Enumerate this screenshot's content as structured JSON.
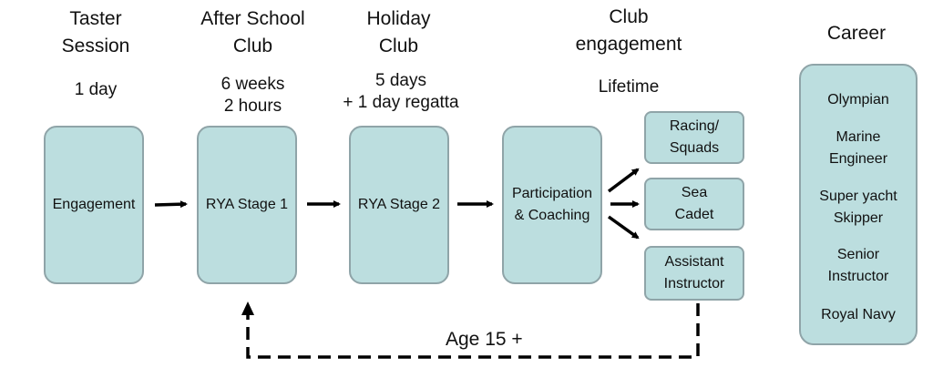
{
  "headers": {
    "taster": "Taster\nSession",
    "after_school": "After School\nClub",
    "holiday": "Holiday\nClub",
    "club_engagement": "Club\nengagement",
    "career": "Career"
  },
  "durations": {
    "taster": "1 day",
    "after_school": "6 weeks\n2 hours",
    "holiday": "5 days\n+ 1 day regatta",
    "club_engagement": "Lifetime"
  },
  "stages": {
    "engagement": "Engagement",
    "rya1": "RYA Stage 1",
    "rya2": "RYA Stage 2",
    "participation": "Participation\n& Coaching"
  },
  "options": {
    "racing": "Racing/\nSquads",
    "sea_cadet": "Sea\nCadet",
    "assistant": "Assistant\nInstructor"
  },
  "careers": [
    "Olympian",
    "Marine\nEngineer",
    "Super yacht\nSkipper",
    "Senior\nInstructor",
    "Royal Navy"
  ],
  "age_label": "Age 15 +",
  "colors": {
    "box_fill": "#bcdedf",
    "box_border": "#8fa4a8",
    "arrow": "#000000"
  }
}
